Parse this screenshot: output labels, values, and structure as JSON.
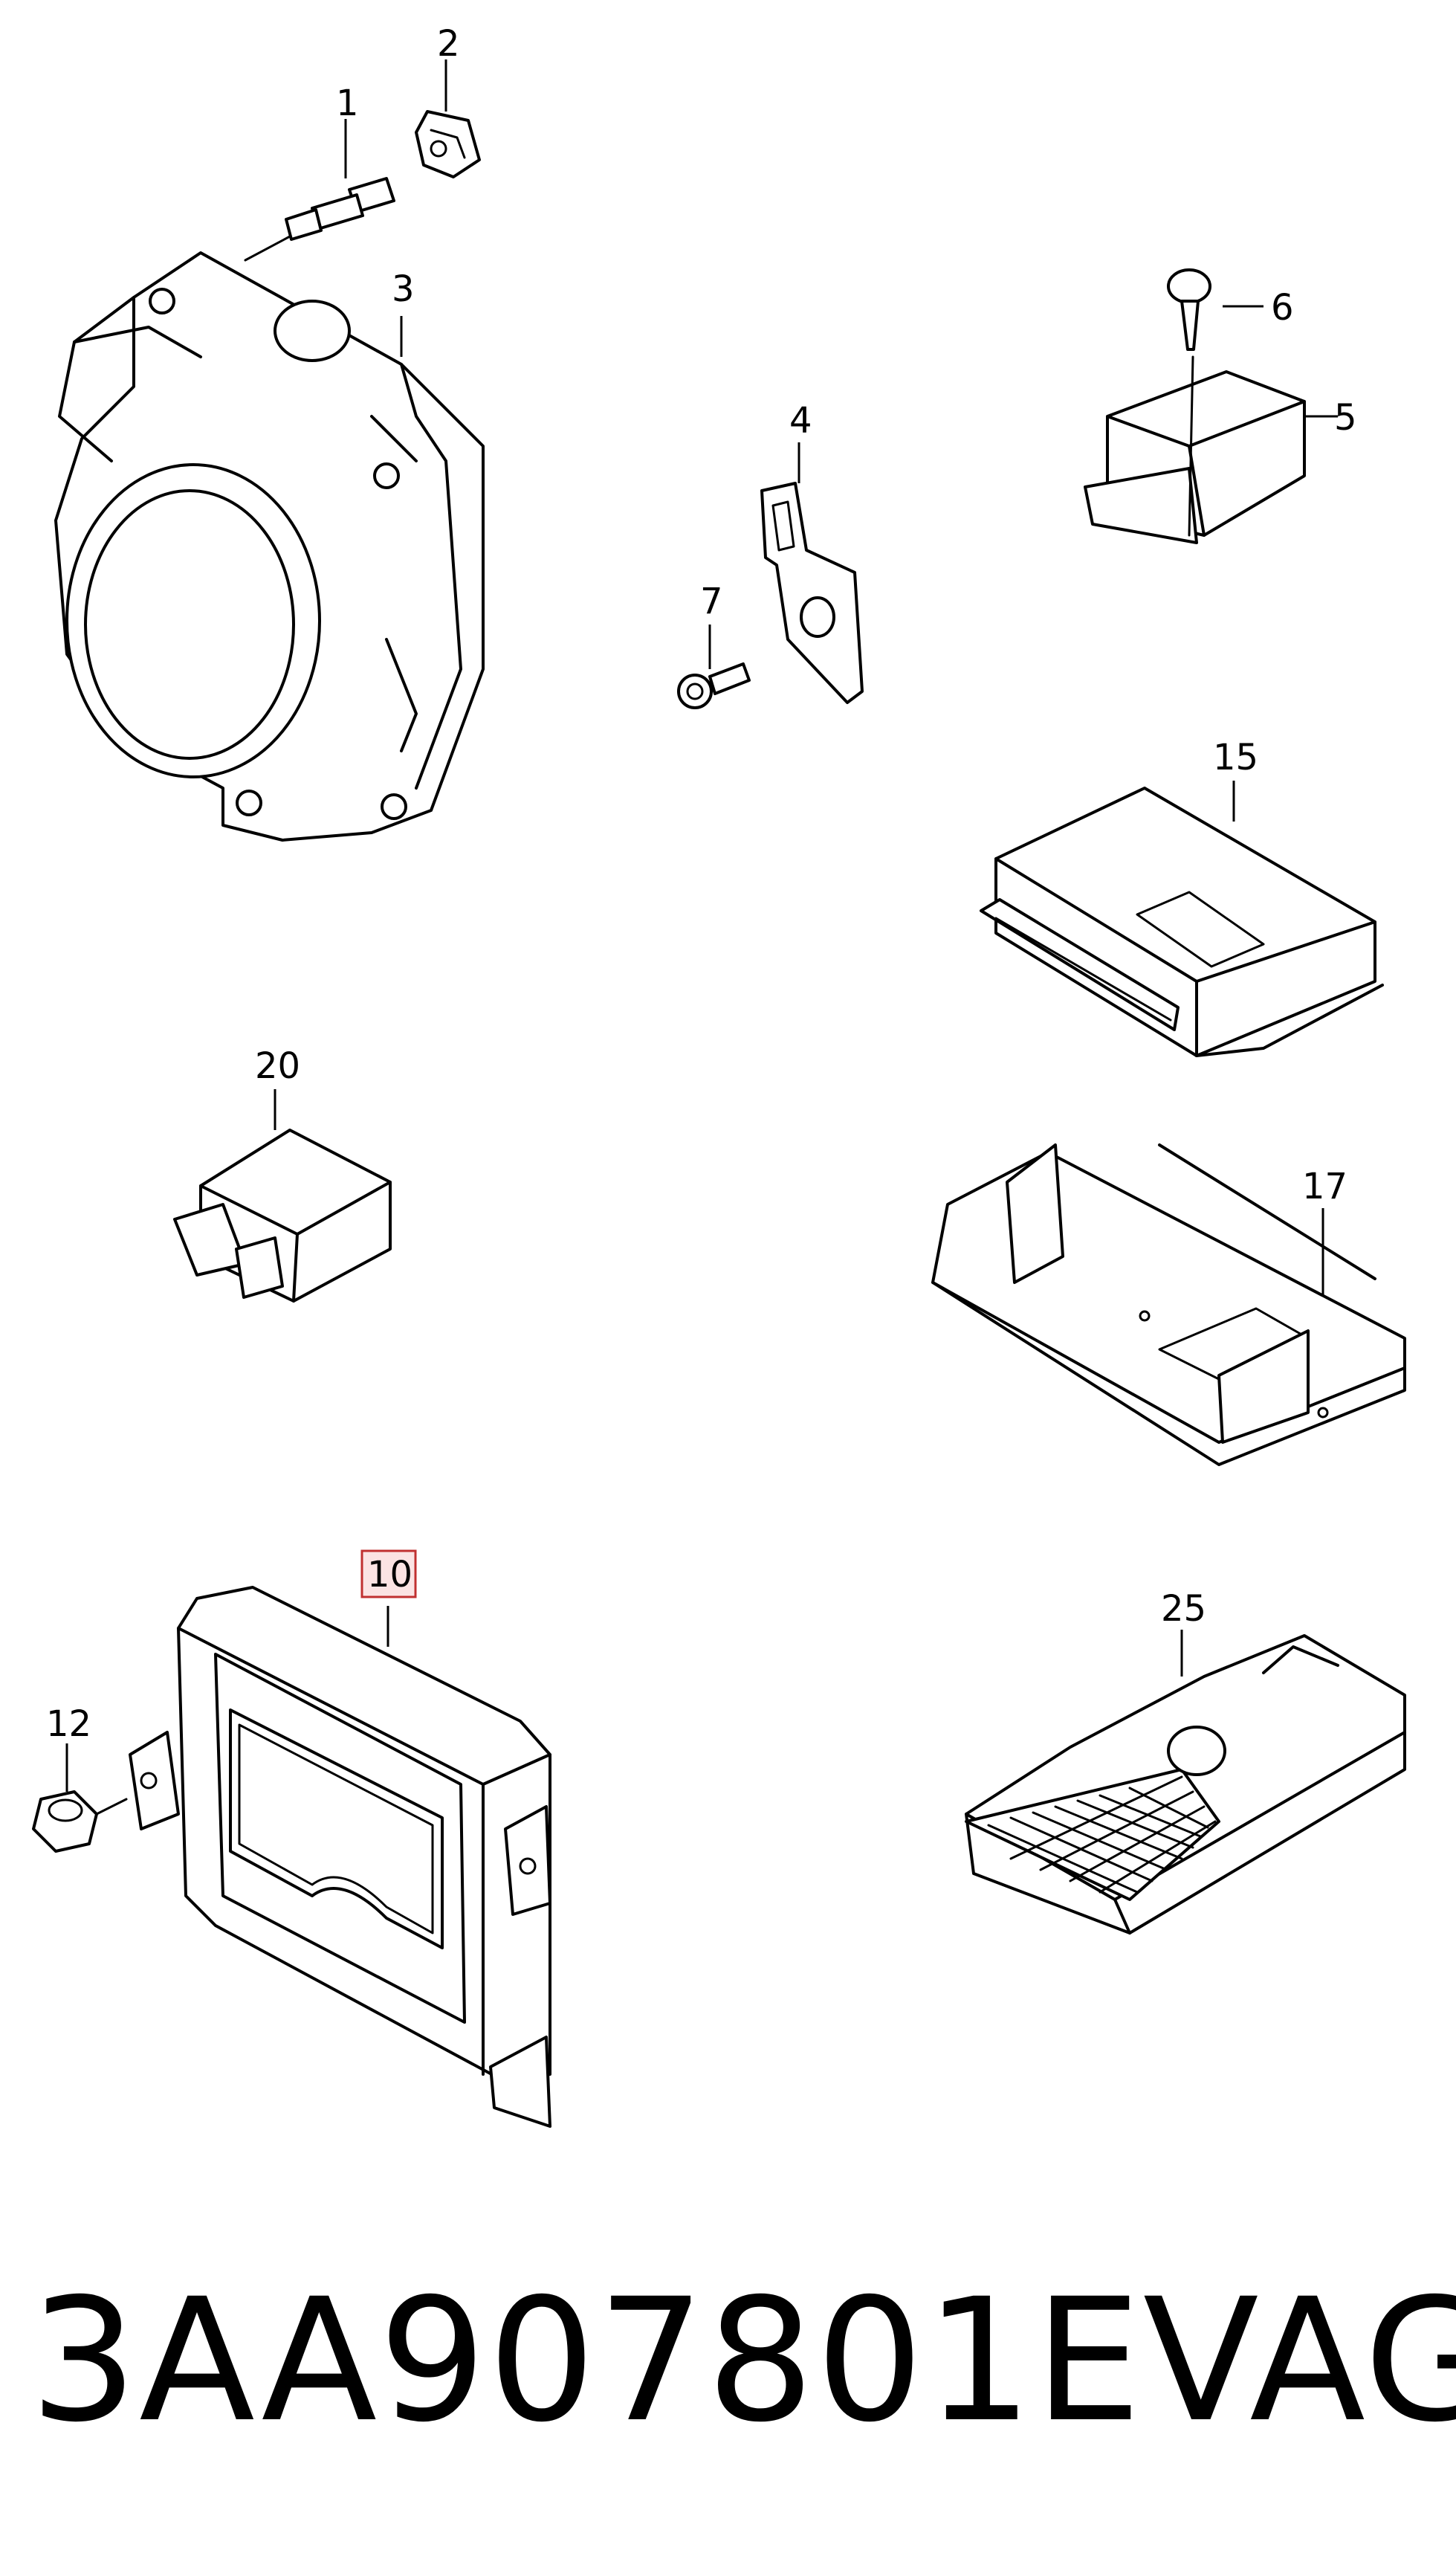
{
  "callouts": {
    "c1": "1",
    "c2": "2",
    "c3": "3",
    "c4": "4",
    "c5": "5",
    "c6": "6",
    "c7": "7",
    "c10": "10",
    "c12": "12",
    "c15": "15",
    "c17": "17",
    "c20": "20",
    "c25": "25"
  },
  "highlighted_callout": "10",
  "highlight_color": "#c03030",
  "footer": {
    "part_number": "3AA907801E",
    "brand": "VAG"
  }
}
